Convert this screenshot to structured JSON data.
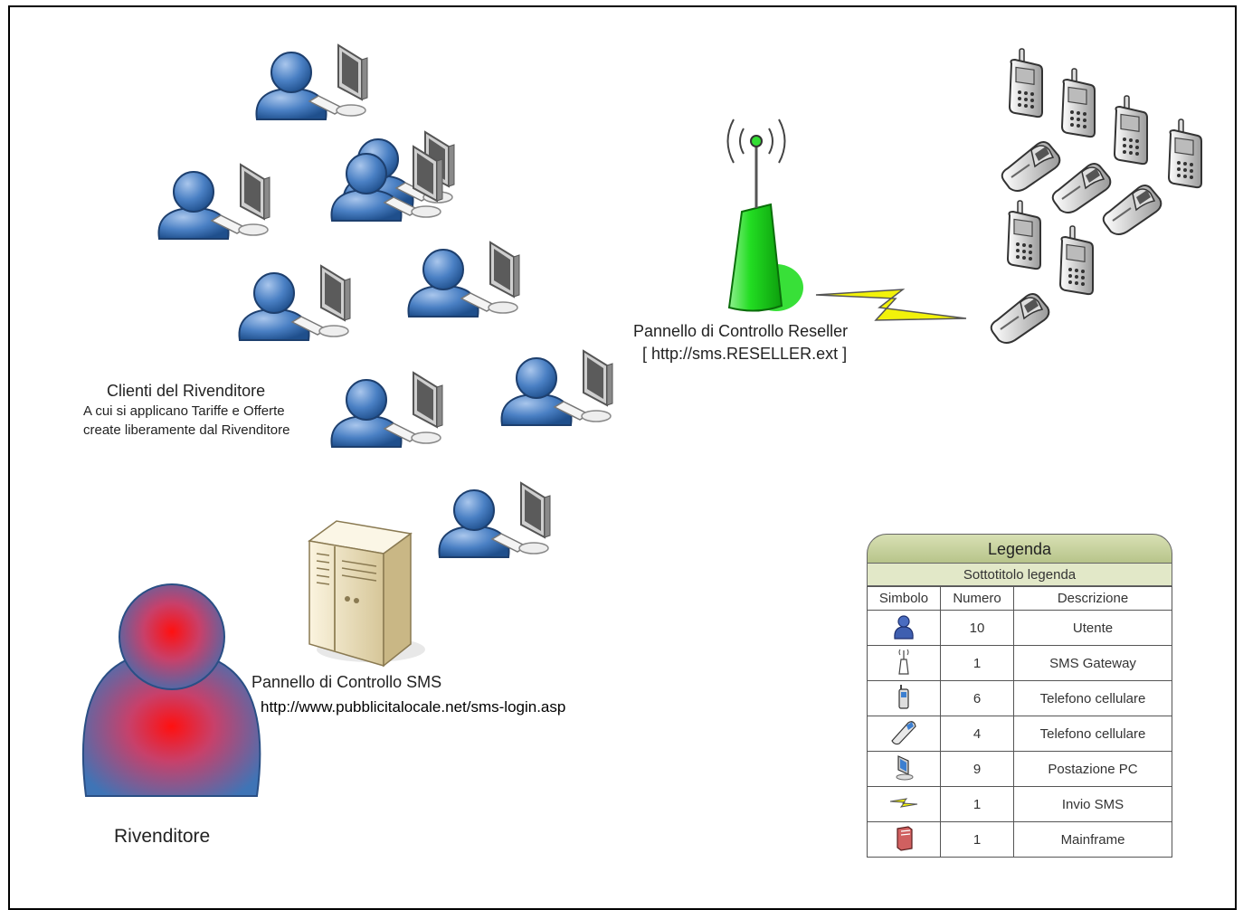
{
  "labels": {
    "clients_title": "Clienti del  Rivenditore",
    "clients_line1": "A cui si applicano Tariffe e Offerte",
    "clients_line2": "create liberamente dal Rivenditore",
    "reseller_panel_title": "Pannello di Controllo Reseller",
    "reseller_panel_url": "[ http://sms.RESELLER.ext ]",
    "sms_panel_title": "Pannello di Controllo SMS",
    "sms_panel_url": "http://www.pubblicitalocale.net/sms-login.asp",
    "reseller": "Rivenditore"
  },
  "legend": {
    "title": "Legenda",
    "subtitle": "Sottotitolo legenda",
    "headers": [
      "Simbolo",
      "Numero",
      "Descrizione"
    ],
    "rows": [
      {
        "icon": "user-icon",
        "number": "10",
        "description": "Utente"
      },
      {
        "icon": "antenna-icon",
        "number": "1",
        "description": "SMS Gateway"
      },
      {
        "icon": "bar-phone-icon",
        "number": "6",
        "description": "Telefono cellulare"
      },
      {
        "icon": "flip-phone-icon",
        "number": "4",
        "description": "Telefono cellulare"
      },
      {
        "icon": "pc-workstation-icon",
        "number": "9",
        "description": "Postazione PC"
      },
      {
        "icon": "lightning-icon",
        "number": "1",
        "description": "Invio SMS"
      },
      {
        "icon": "mainframe-icon",
        "number": "1",
        "description": "Mainframe"
      }
    ]
  },
  "colors": {
    "user_blue": "#3f78bd",
    "reseller_red": "#ff1a1a",
    "antenna_green": "#22dd22",
    "lightning_yellow": "#f2f20a",
    "server_beige": "#efe4c4"
  }
}
